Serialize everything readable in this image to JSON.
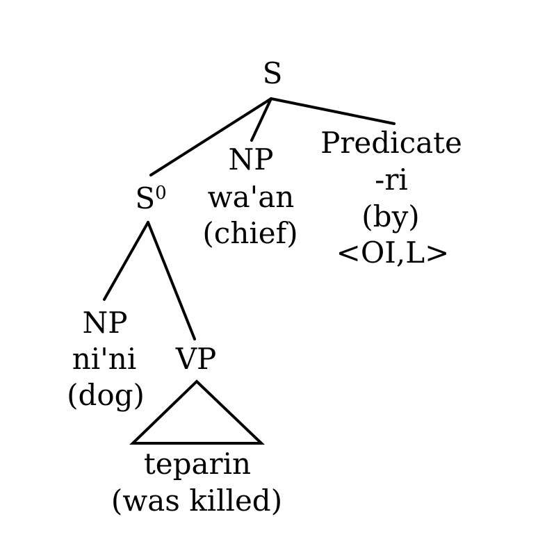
{
  "tree": {
    "root": {
      "label": "S"
    },
    "s0": {
      "label": "S",
      "superscript": "0"
    },
    "np_subject": {
      "category": "NP",
      "word": "wa'an",
      "gloss": "(chief)"
    },
    "predicate": {
      "category": "Predicate",
      "word": "-ri",
      "gloss": "(by)",
      "features": "<OI,L>"
    },
    "np_object": {
      "category": "NP",
      "word": "ni'ni",
      "gloss": "(dog)"
    },
    "vp": {
      "category": "VP",
      "word": "teparin",
      "gloss": "(was killed)"
    }
  }
}
